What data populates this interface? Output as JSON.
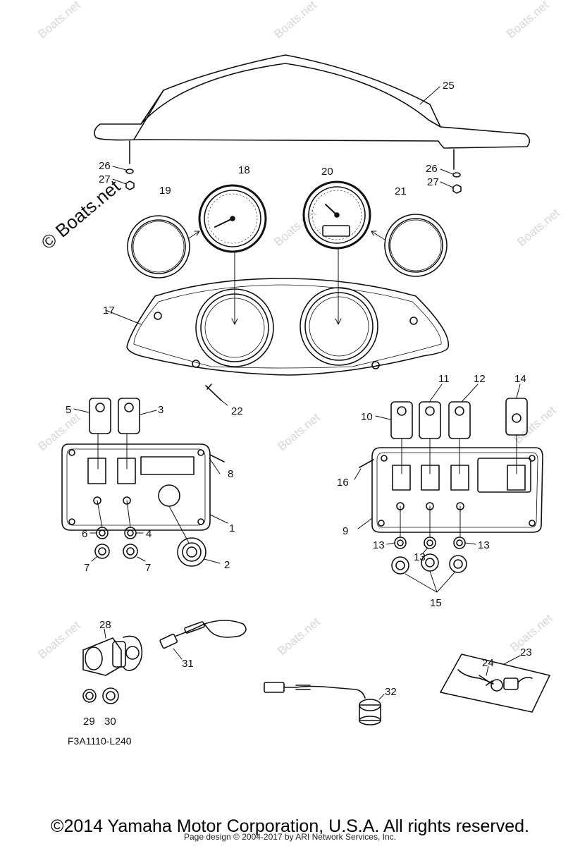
{
  "watermark_text": "Boats.net",
  "watermark_main": "© Boats.net",
  "figure_code": "F3A1110-L240",
  "copyright": "©2014 Yamaha Motor Corporation, U.S.A. All rights reserved.",
  "page_design": "Page design © 2004-2017 by ARI Network Services, Inc.",
  "callouts": [
    {
      "id": "25",
      "label": "25"
    },
    {
      "id": "26a",
      "label": "26"
    },
    {
      "id": "27a",
      "label": "27"
    },
    {
      "id": "26b",
      "label": "26"
    },
    {
      "id": "27b",
      "label": "27"
    },
    {
      "id": "18",
      "label": "18"
    },
    {
      "id": "19",
      "label": "19"
    },
    {
      "id": "20",
      "label": "20"
    },
    {
      "id": "21",
      "label": "21"
    },
    {
      "id": "17",
      "label": "17"
    },
    {
      "id": "22",
      "label": "22"
    },
    {
      "id": "5",
      "label": "5"
    },
    {
      "id": "3",
      "label": "3"
    },
    {
      "id": "8",
      "label": "8"
    },
    {
      "id": "1",
      "label": "1"
    },
    {
      "id": "6",
      "label": "6"
    },
    {
      "id": "4",
      "label": "4"
    },
    {
      "id": "7a",
      "label": "7"
    },
    {
      "id": "7b",
      "label": "7"
    },
    {
      "id": "2",
      "label": "2"
    },
    {
      "id": "10",
      "label": "10"
    },
    {
      "id": "11",
      "label": "11"
    },
    {
      "id": "12",
      "label": "12"
    },
    {
      "id": "14",
      "label": "14"
    },
    {
      "id": "16",
      "label": "16"
    },
    {
      "id": "9",
      "label": "9"
    },
    {
      "id": "13a",
      "label": "13"
    },
    {
      "id": "13b",
      "label": "13"
    },
    {
      "id": "13c",
      "label": "13"
    },
    {
      "id": "15",
      "label": "15"
    },
    {
      "id": "28",
      "label": "28"
    },
    {
      "id": "31",
      "label": "31"
    },
    {
      "id": "29",
      "label": "29"
    },
    {
      "id": "30",
      "label": "30"
    },
    {
      "id": "32",
      "label": "32"
    },
    {
      "id": "23",
      "label": "23"
    },
    {
      "id": "24",
      "label": "24"
    }
  ]
}
